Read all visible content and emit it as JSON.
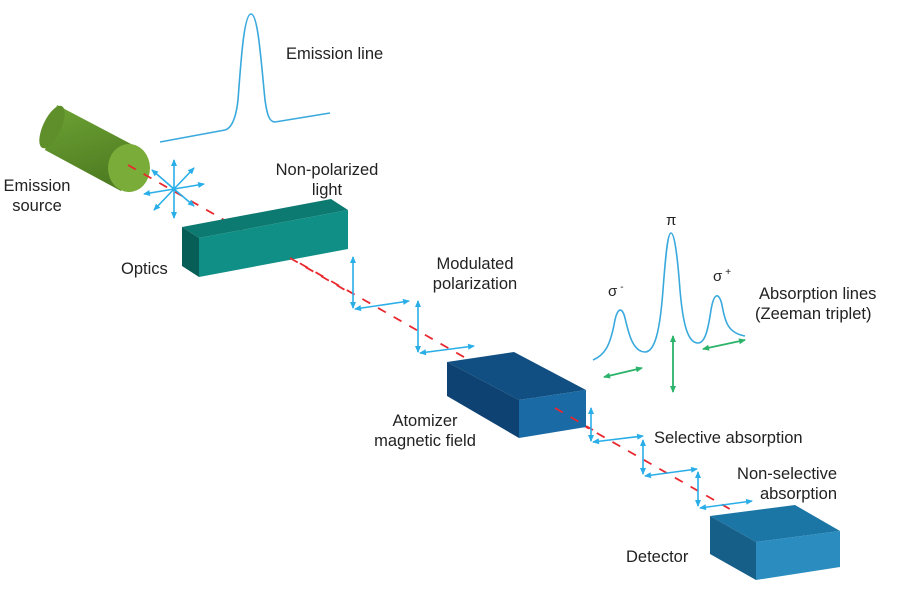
{
  "labels": {
    "emission_line": "Emission line",
    "emission_source": [
      "Emission",
      "source"
    ],
    "non_polarized": [
      "Non-polarized",
      "light"
    ],
    "optics": "Optics",
    "modulated": [
      "Modulated",
      "polarization"
    ],
    "absorption": [
      "Absorption lines",
      "(Zeeman triplet)"
    ],
    "atomizer": [
      "Atomizer",
      "magnetic field"
    ],
    "selective": "Selective absorption",
    "non_selective": [
      "Non-selective",
      "absorption"
    ],
    "detector": "Detector"
  },
  "symbols": {
    "pi": "π",
    "sigma_minus": "σ",
    "sigma_minus_sign": "-",
    "sigma_plus": "σ",
    "sigma_plus_sign": "+"
  },
  "colors": {
    "beam": "#e8292f",
    "polarization_arrows": "#29aee8",
    "zeeman_arrows": "#2bb36a",
    "spectrum_line": "#39a9dd",
    "source": "#6a9a2c",
    "optics": "#0e8a80",
    "atomizer": "#155a92",
    "detector": "#2a8cbf"
  }
}
